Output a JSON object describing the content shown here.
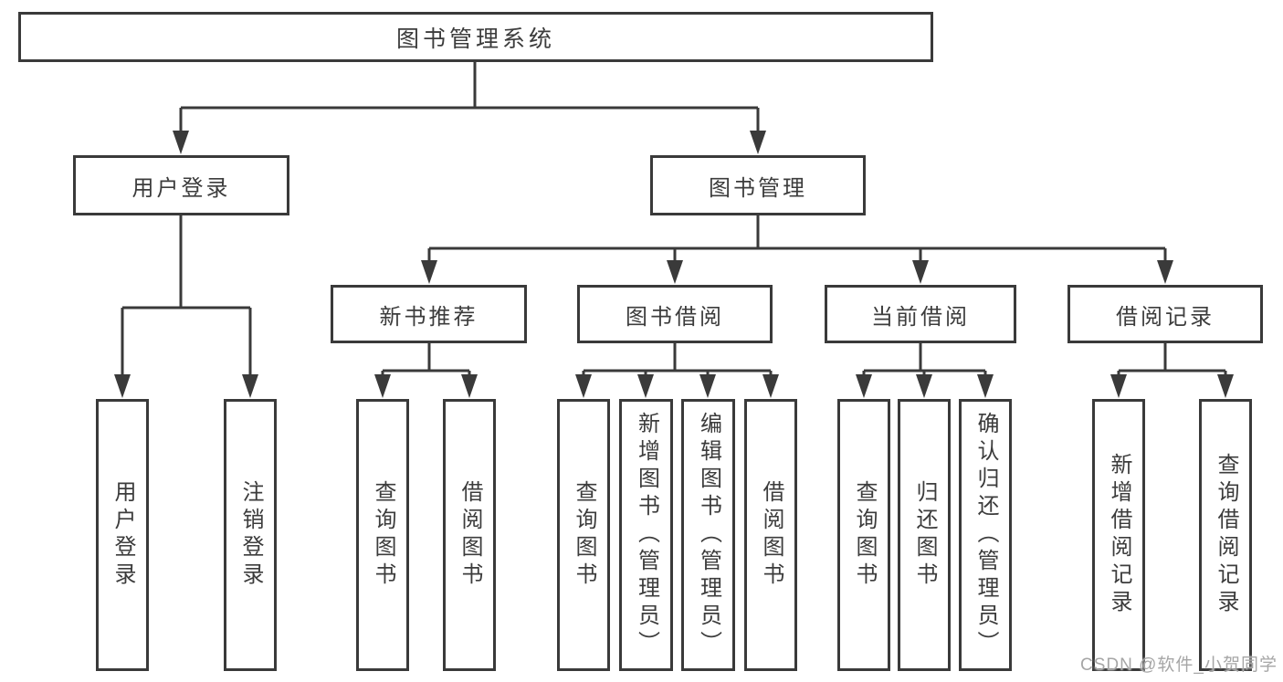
{
  "tree": {
    "root": {
      "label": "图书管理系统"
    },
    "branches": [
      {
        "label": "用户登录",
        "leaves": [
          "用户登录",
          "注销登录"
        ]
      },
      {
        "label": "图书管理",
        "groups": [
          {
            "label": "新书推荐",
            "leaves": [
              "查询图书",
              "借阅图书"
            ]
          },
          {
            "label": "图书借阅",
            "leaves": [
              "查询图书",
              "新增图书（管理员）",
              "编辑图书（管理员）",
              "借阅图书"
            ]
          },
          {
            "label": "当前借阅",
            "leaves": [
              "查询图书",
              "归还图书",
              "确认归还（管理员）"
            ]
          },
          {
            "label": "借阅记录",
            "leaves": [
              "新增借阅记录",
              "查询借阅记录"
            ]
          }
        ]
      }
    ]
  },
  "watermark": {
    "text": "CSDN @软件_小贺同学"
  },
  "colors": {
    "line": "#3a3a3a",
    "text": "#3c3c3c",
    "box_background": "#ffffff",
    "page_background": "#ffffff",
    "watermark": "#a6a6a6"
  }
}
